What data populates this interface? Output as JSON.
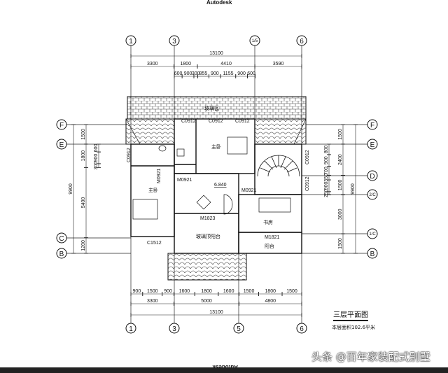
{
  "brand_top": "Autodesk",
  "brand_bottom": "Autodesk",
  "drawing": {
    "title": "三层平面图",
    "area_note": "本层面积102.6平米",
    "watermark": "头条 @百年家装配式别墅"
  },
  "axes": {
    "top": [
      "1",
      "3",
      "1/5",
      "6"
    ],
    "bottom": [
      "1",
      "3",
      "5",
      "6"
    ],
    "left": [
      "F",
      "E",
      "C",
      "B"
    ],
    "right": [
      "F",
      "E",
      "D",
      "2/C",
      "1/C",
      "B"
    ]
  },
  "dimensions": {
    "top_total": [
      13100
    ],
    "top_axes": [
      3300,
      1800,
      4410,
      3590
    ],
    "top_detail": [
      600,
      900,
      300,
      855,
      900,
      1155,
      900,
      600
    ],
    "bottom_detail": [
      900,
      1500,
      900,
      1600,
      1800,
      1600,
      1500,
      1800,
      1500
    ],
    "bottom_axes": [
      3300,
      5000,
      4800
    ],
    "bottom_total": [
      13100
    ],
    "left_total": [
      9900
    ],
    "left_axes": [
      1500,
      1800,
      5400,
      1200
    ],
    "left_detail": [
      600,
      900,
      300
    ],
    "right_detail": [
      800,
      900,
      700,
      350,
      900,
      250
    ],
    "right_axes": [
      1500,
      2400,
      1500,
      3000,
      1500
    ],
    "right_total": [
      9900
    ]
  },
  "labels": {
    "roof": "玻璃瓦",
    "window_top_1": "C0912",
    "window_top_2": "C0912",
    "window_top_3": "C0912",
    "window_left": "C0912",
    "window_right_1": "C0912",
    "window_right_2": "C0912",
    "door_hall": "M0921",
    "door_bath": "M0921",
    "door_study": "M0921",
    "master_bedroom_1": "主卧",
    "master_bedroom_2": "主卧",
    "elevation": "6.840",
    "door_balcony": "M1823",
    "study": "书房",
    "door_study_balcony": "M1821",
    "glass_balcony": "玻璃顶阳台",
    "balcony": "阳台",
    "window_bedroom": "C1512"
  }
}
